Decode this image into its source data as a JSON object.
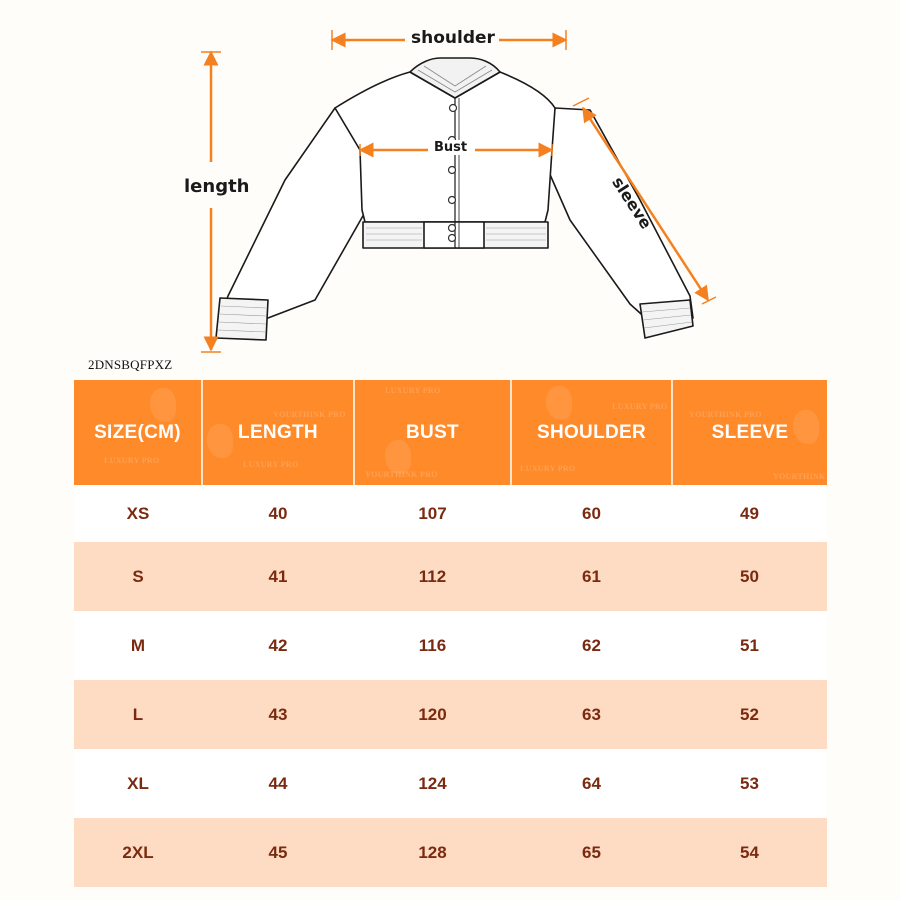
{
  "diagram": {
    "title": "Cropped bomber jacket measurement diagram",
    "labels": {
      "shoulder": "shoulder",
      "length": "length",
      "bust": "Bust",
      "sleeve": "sleeve"
    },
    "arrow_color": "#F5801F"
  },
  "product_code": "2DNSBQFPXZ",
  "table": {
    "headers": [
      "SIZE(CM)",
      "LENGTH",
      "BUST",
      "SHOULDER",
      "SLEEVE"
    ],
    "rows": [
      {
        "size": "XS",
        "length": "40",
        "bust": "107",
        "shoulder": "60",
        "sleeve": "49"
      },
      {
        "size": "S",
        "length": "41",
        "bust": "112",
        "shoulder": "61",
        "sleeve": "50"
      },
      {
        "size": "M",
        "length": "42",
        "bust": "116",
        "shoulder": "62",
        "sleeve": "51"
      },
      {
        "size": "L",
        "length": "43",
        "bust": "120",
        "shoulder": "63",
        "sleeve": "52"
      },
      {
        "size": "XL",
        "length": "44",
        "bust": "124",
        "shoulder": "64",
        "sleeve": "53"
      },
      {
        "size": "2XL",
        "length": "45",
        "bust": "128",
        "shoulder": "65",
        "sleeve": "54"
      }
    ],
    "watermarks": [
      "LUXURY PRO",
      "YOURTHINK PRO"
    ],
    "colors": {
      "header_bg": "#FF8A2A",
      "header_text": "#FFFFFF",
      "row_alt_bg": "#FDDCC3",
      "row_bg": "#FFFFFF",
      "cell_text": "#7A2A10"
    }
  },
  "chart_data": {
    "type": "table",
    "title": "Size chart (cm)",
    "columns": [
      "SIZE(CM)",
      "LENGTH",
      "BUST",
      "SHOULDER",
      "SLEEVE"
    ],
    "rows": [
      [
        "XS",
        40,
        107,
        60,
        49
      ],
      [
        "S",
        41,
        112,
        61,
        50
      ],
      [
        "M",
        42,
        116,
        62,
        51
      ],
      [
        "L",
        43,
        120,
        63,
        52
      ],
      [
        "XL",
        44,
        124,
        64,
        53
      ],
      [
        "2XL",
        45,
        128,
        65,
        54
      ]
    ],
    "units": "cm"
  }
}
